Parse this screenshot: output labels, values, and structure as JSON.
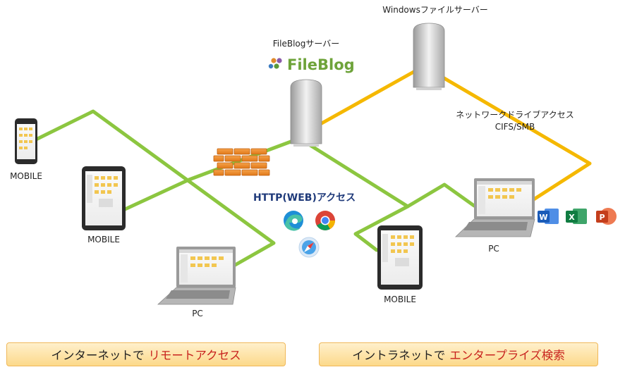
{
  "labels": {
    "windows_server": "Windowsファイルサーバー",
    "fileblog_server": "FileBlogサーバー",
    "fileblog_logo": "FileBlog",
    "network_drive_line1": "ネットワークドライブアクセス",
    "network_drive_line2": "CIFS/SMB",
    "http_access": "HTTP(WEB)アクセス",
    "mobile_phone": "MOBILE",
    "mobile_tablet_left": "MOBILE",
    "pc_left": "PC",
    "mobile_tablet_right": "MOBILE",
    "pc_right": "PC"
  },
  "banners": {
    "internet_prefix": "インターネットで",
    "internet_highlight": "リモートアクセス",
    "intranet_prefix": "イントラネットで",
    "intranet_highlight": "エンタープライズ検索"
  },
  "icons": {
    "browsers": [
      "edge-icon",
      "chrome-icon",
      "safari-icon"
    ],
    "office": [
      "word-icon",
      "excel-icon",
      "powerpoint-icon"
    ]
  },
  "colors": {
    "internet_line": "#8cc640",
    "intranet_line": "#f5b800",
    "banner_highlight": "#c8231e",
    "http_text": "#1f3a7a"
  }
}
